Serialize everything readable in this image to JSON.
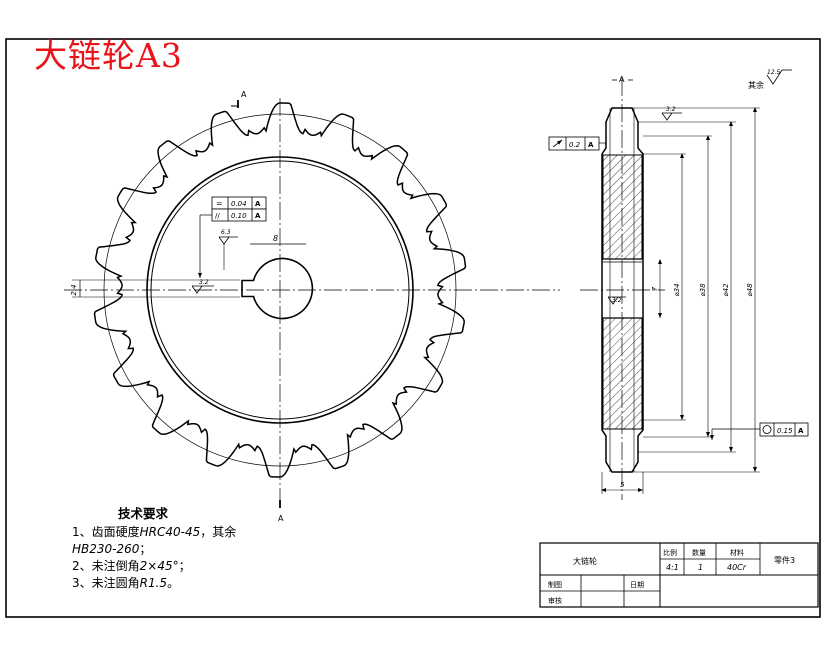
{
  "title": "大链轮A3",
  "section_marks": {
    "top": "A",
    "bottom": "A",
    "top_right": "A"
  },
  "roughness": {
    "keyway": "6.3",
    "hub_left": "3.2",
    "teeth": "3.2",
    "bore": "3.2",
    "others": "12.5",
    "others_label": "其余"
  },
  "frames": {
    "key_sym1": "=",
    "key_val1": "0.04",
    "key_ref1": "A",
    "key_sym2": "//",
    "key_val2": "0.10",
    "key_ref2": "A",
    "runout_val": "0.2",
    "runout_ref": "A",
    "round_val": "0.15",
    "round_ref": "A"
  },
  "dims": {
    "key_width": "8",
    "key_depth": "2.4",
    "bore_len": "7",
    "d1": "⌀34",
    "d2": "⌀38",
    "d3": "⌀42",
    "d4": "⌀48",
    "width": "5"
  },
  "tech": {
    "heading": "技术要求",
    "l1a": "1、齿面硬度",
    "l1b": "HRC40-45",
    "l1c": "，其余",
    "l1d": "HB230-260",
    "l1e": "；",
    "l2a": "2、未注倒角",
    "l2b": "2×45°",
    "l2c": "；",
    "l3a": "3、未注圆角",
    "l3b": "R1.5",
    "l3c": "。"
  },
  "title_block": {
    "part_name": "大链轮",
    "scale_label": "比例",
    "qty_label": "数量",
    "material_label": "材料",
    "scale": "4:1",
    "qty": "1",
    "material": "40Cr",
    "part_no": "零件3",
    "draw_label": "制图",
    "check_label": "审核",
    "date_label": "日期"
  }
}
